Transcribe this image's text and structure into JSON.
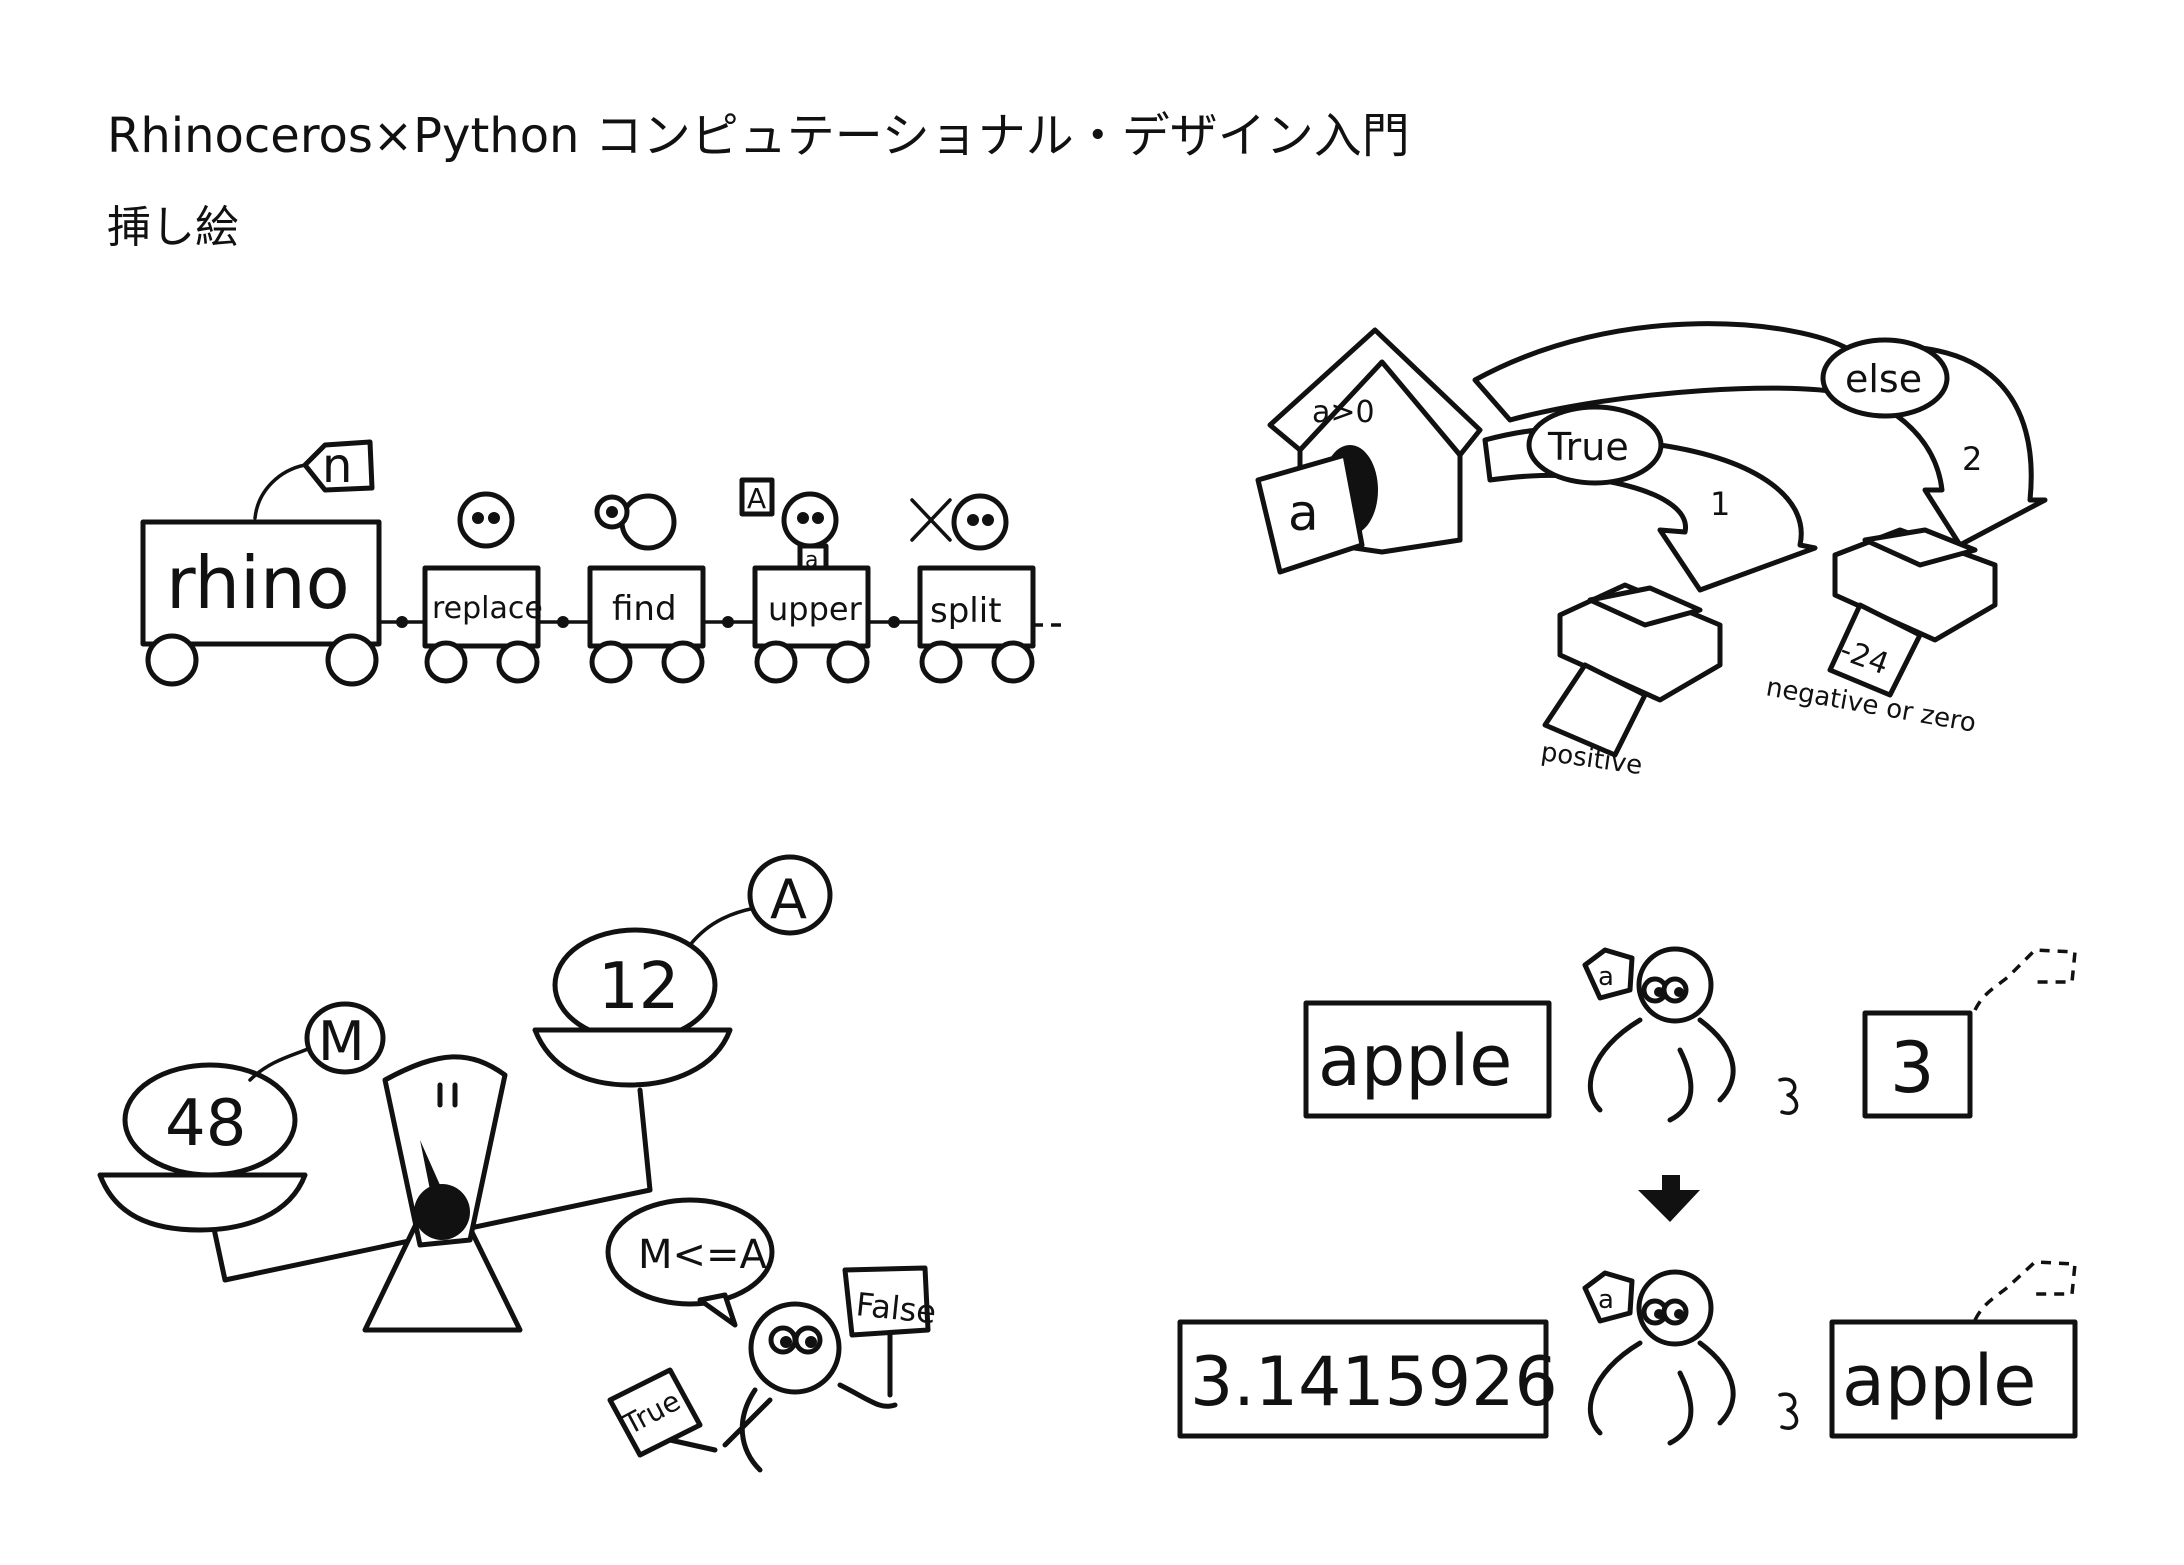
{
  "page": {
    "title": "Rhinoceros×Python コンピュテーショナル・デザイン入門",
    "subtitle": "挿し絵"
  },
  "train": {
    "tag": "n",
    "engine_label": "rhino",
    "cars": [
      "replace",
      "find",
      "upper",
      "split"
    ],
    "character_card": "A",
    "character_small_card": "a"
  },
  "branch": {
    "house_label": "a>0",
    "card": "a",
    "true_label": "True",
    "else_label": "else",
    "arrow_1": "1",
    "arrow_2": "2",
    "printer_1_output": "positive",
    "printer_2_paper": "-24",
    "printer_2_output": "negative or zero"
  },
  "scale": {
    "left_value": "48",
    "left_name": "M",
    "right_value": "12",
    "right_name": "A",
    "speech": "M<=A",
    "sign_left": "True",
    "sign_right": "False"
  },
  "swap": {
    "top_left_box": "apple",
    "top_card": "a",
    "top_right_box": "3",
    "bottom_left_box": "3.1415926",
    "bottom_card": "a",
    "bottom_right_box": "apple"
  }
}
